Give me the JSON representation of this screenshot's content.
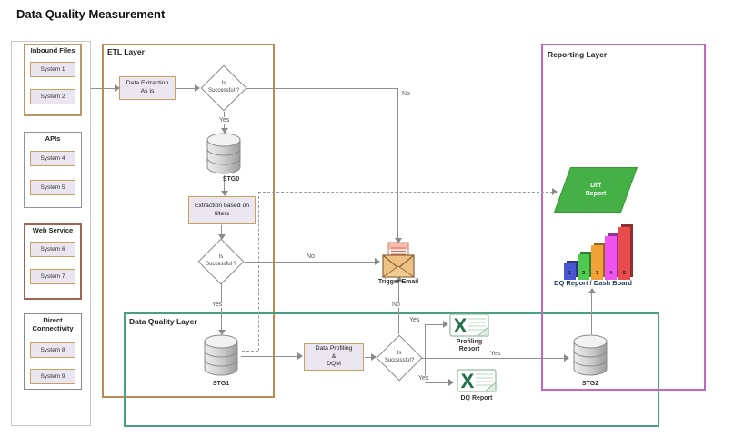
{
  "title": "Data Quality Measurement",
  "labels": {
    "yes": "Yes",
    "no": "No"
  },
  "sources": {
    "groups": [
      {
        "label": "Inbound Files",
        "systems": [
          "System 1",
          "System 2"
        ]
      },
      {
        "label": "APIs",
        "systems": [
          "System 4",
          "System 5"
        ]
      },
      {
        "label": "Web Service",
        "systems": [
          "System 6",
          "System 7"
        ]
      },
      {
        "label": "Direct\nConnectivity",
        "systems": [
          "System 8",
          "System 9"
        ]
      }
    ]
  },
  "layers": {
    "etl": "ETL Layer",
    "dq": "Data Quality Layer",
    "reporting": "Reporting Layer"
  },
  "nodes": {
    "data_extraction": "Data Extraction\nAs is",
    "decision1": "Is\nSuccessful ?",
    "stg0": "STG0",
    "extraction_filters": "Extraction based on\nfilters",
    "decision2": "Is\nSuccessful ?",
    "stg1": "STG1",
    "data_profiling": "Data Profiling\n&\nDQM",
    "decision3": "Is\nSuccessful?",
    "trigger_email": "Trigger Email",
    "profiling_report": "Profiling\nReport",
    "dq_report": "DQ Report",
    "diff_report": "Diff\nReport",
    "dashboard_label": "DQ Report / Dash Board",
    "stg2": "STG2"
  },
  "icons": {
    "excel_x": "X"
  },
  "dashboard_chart": {
    "type": "bar",
    "values": [
      1,
      2,
      3,
      4,
      5
    ],
    "colors": [
      "#4a55d2",
      "#4ecb4e",
      "#f2a136",
      "#ef52ef",
      "#e84c4c"
    ]
  },
  "colors": {
    "etl_border": "#c08a52",
    "dq_border": "#46a184",
    "reporting_border": "#c465c4",
    "node_fill": "#eae7f1",
    "node_border": "#c9a064",
    "diff_green": "#45b045",
    "dashboard_text": "#1f3864",
    "line": "#909090",
    "envelope": "#edc183"
  }
}
